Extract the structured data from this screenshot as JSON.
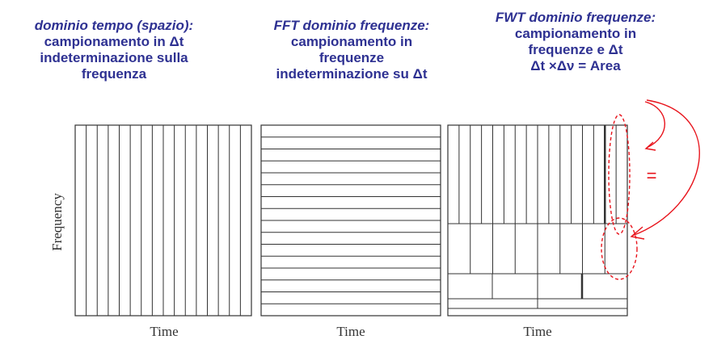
{
  "headings": [
    {
      "title": "dominio tempo (spazio):",
      "lines": [
        "campionamento in Δt",
        "indeterminazione sulla",
        "frequenza"
      ]
    },
    {
      "title": "FFT dominio frequenze:",
      "lines": [
        "campionamento in",
        "frequenze",
        "indeterminazione su Δt"
      ]
    },
    {
      "title": "FWT dominio frequenze:",
      "lines": [
        "campionamento in",
        "frequenze e Δt",
        "Δt ×Δν = Area"
      ]
    }
  ],
  "panels": {
    "y_label": "Frequency",
    "x_labels": [
      "Time",
      "Time",
      "Time"
    ]
  },
  "annotation": {
    "equals_sign": "=",
    "color": "#e8141c"
  },
  "colors": {
    "heading_text": "#2e3192",
    "grid_lines": "#333333"
  }
}
